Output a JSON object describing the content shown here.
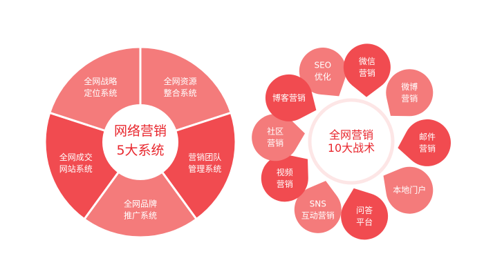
{
  "colors": {
    "light": "#f47b7b",
    "dark": "#f14b50",
    "center_text": "#e8262d",
    "ring": "#fde6e6"
  },
  "left_diagram": {
    "center_lines": [
      "网络营销",
      "5大系统"
    ],
    "segments": [
      {
        "lines": [
          "全网资源",
          "整合系统"
        ],
        "tone": "light"
      },
      {
        "lines": [
          "营销团队",
          "管理系统"
        ],
        "tone": "dark"
      },
      {
        "lines": [
          "全网品牌",
          "推广系统"
        ],
        "tone": "light"
      },
      {
        "lines": [
          "全网成交",
          "网站系统"
        ],
        "tone": "dark"
      },
      {
        "lines": [
          "全网战略",
          "定位系统"
        ],
        "tone": "light"
      }
    ]
  },
  "right_diagram": {
    "center_lines": [
      "全网营销",
      "10大战术"
    ],
    "petals": [
      {
        "lines": [
          "SEO",
          "优化"
        ],
        "tone": "light",
        "angle": -112
      },
      {
        "lines": [
          "微信",
          "营销"
        ],
        "tone": "dark",
        "angle": -78
      },
      {
        "lines": [
          "微博",
          "营销"
        ],
        "tone": "light",
        "angle": -40
      },
      {
        "lines": [
          "邮件",
          "营销"
        ],
        "tone": "dark",
        "angle": 1
      },
      {
        "lines": [
          "本地门户"
        ],
        "tone": "light",
        "angle": 40
      },
      {
        "lines": [
          "问答",
          "平台"
        ],
        "tone": "dark",
        "angle": 80
      },
      {
        "lines": [
          "SNS",
          "互动营销"
        ],
        "tone": "light",
        "angle": 116
      },
      {
        "lines": [
          "视频",
          "营销"
        ],
        "tone": "dark",
        "angle": 151
      },
      {
        "lines": [
          "社区",
          "营销"
        ],
        "tone": "light",
        "angle": 183
      },
      {
        "lines": [
          "博客营销"
        ],
        "tone": "dark",
        "angle": 215
      }
    ]
  }
}
